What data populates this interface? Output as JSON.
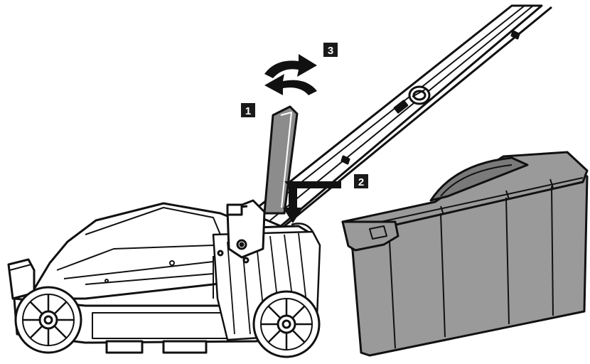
{
  "steps": [
    {
      "id": "step-1",
      "label": "1"
    },
    {
      "id": "step-2",
      "label": "2"
    },
    {
      "id": "step-3",
      "label": "3"
    }
  ],
  "colors": {
    "ink": "#111111",
    "body_fill": "#ffffff",
    "box_fill": "#9a9a9a",
    "box_dark": "#7a7a7a",
    "flap_fill": "#8c8c8c",
    "badge_fill": "#1a1a1a"
  },
  "icons": [
    "rotate-forward-arrow-icon",
    "rotate-back-arrow-icon",
    "down-arrow-icon"
  ]
}
